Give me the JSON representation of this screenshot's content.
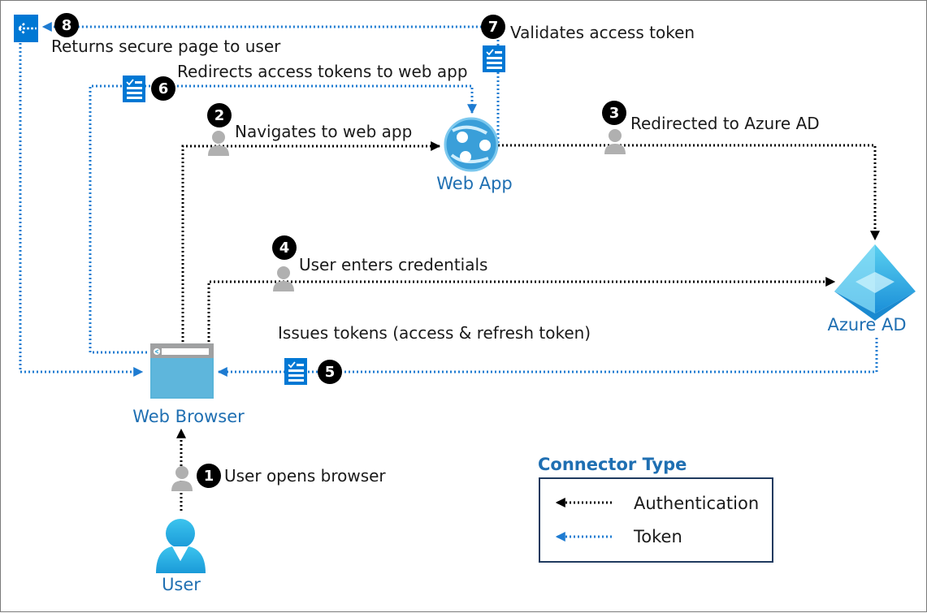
{
  "nodes": {
    "web_app": "Web App",
    "azure_ad": "Azure AD",
    "web_browser": "Web Browser",
    "user": "User"
  },
  "steps": [
    {
      "num": "1",
      "label": "User opens browser"
    },
    {
      "num": "2",
      "label": "Navigates to web app"
    },
    {
      "num": "3",
      "label": "Redirected to Azure AD"
    },
    {
      "num": "4",
      "label": "User enters credentials"
    },
    {
      "num": "5",
      "label": "Issues tokens (access & refresh token)"
    },
    {
      "num": "6",
      "label": "Redirects access tokens to web app"
    },
    {
      "num": "7",
      "label": "Validates access token"
    },
    {
      "num": "8",
      "label": "Returns secure page to user"
    }
  ],
  "legend": {
    "title": "Connector Type",
    "authentication": "Authentication",
    "token": "Token"
  },
  "colors": {
    "token_line": "#1e7bd1",
    "auth_line": "#000000",
    "label_blue": "#1f6fb2",
    "icon_blue": "#0078d4"
  }
}
